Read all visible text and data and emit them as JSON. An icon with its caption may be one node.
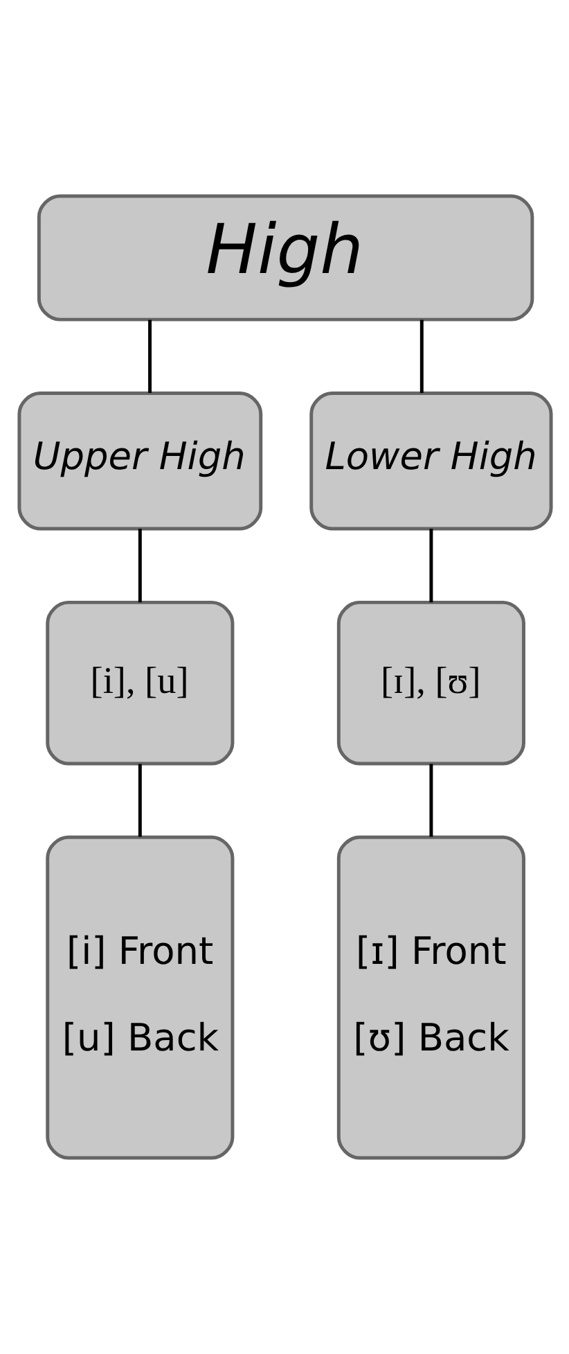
{
  "diagram": {
    "nodes": [
      {
        "text": [
          "High"
        ]
      },
      {
        "text": [
          "Upper High"
        ]
      },
      {
        "text": [
          "Lower High"
        ]
      },
      {
        "text": [
          "[i], [u]"
        ]
      },
      {
        "text": [
          "[ɪ], [ʊ]"
        ]
      },
      {
        "text": [
          "[i] Front",
          "[u] Back"
        ]
      },
      {
        "text": [
          "[ɪ] Front",
          "[ʊ] Back"
        ]
      }
    ],
    "edges": [
      {
        "from": 0,
        "to": 1,
        "arrow": "none"
      },
      {
        "from": 0,
        "to": 2,
        "arrow": "none"
      },
      {
        "from": 1,
        "to": 3,
        "arrow": "none"
      },
      {
        "from": 2,
        "to": 4,
        "arrow": "none"
      },
      {
        "from": 3,
        "to": 5,
        "arrow": "none"
      },
      {
        "from": 4,
        "to": 6,
        "arrow": "none"
      }
    ]
  }
}
